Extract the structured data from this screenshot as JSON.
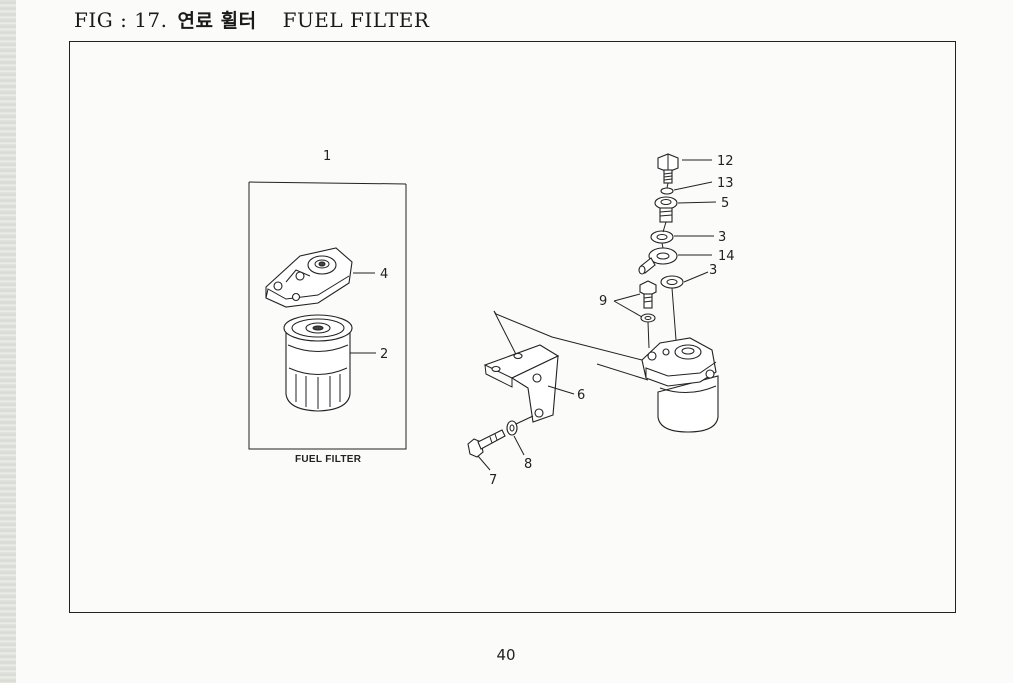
{
  "header": {
    "fig_label": "FIG : 17.",
    "title_korean": "연료 휠터",
    "title_english": "FUEL FILTER"
  },
  "diagram": {
    "inset_caption": "FUEL FILTER",
    "callouts": [
      "1",
      "4",
      "2",
      "12",
      "13",
      "5",
      "3",
      "14",
      "3",
      "9",
      "6",
      "7",
      "8"
    ]
  },
  "footer": {
    "page_number": "40"
  }
}
